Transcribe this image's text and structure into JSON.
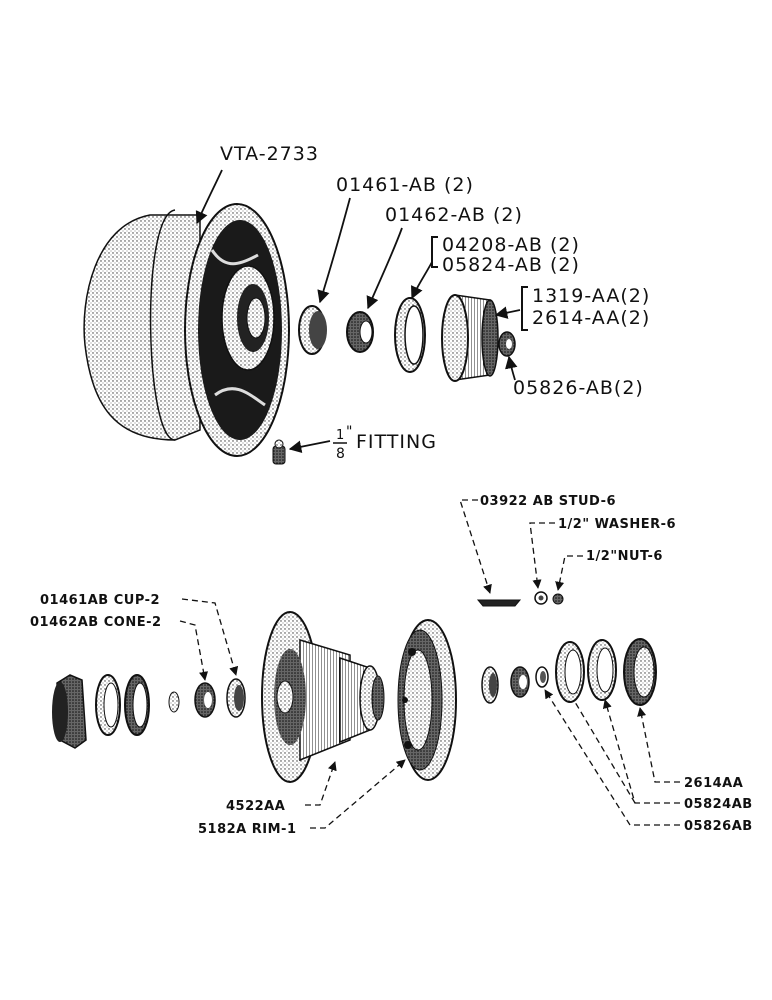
{
  "upper_assembly": {
    "labels": {
      "wheel": "VTA-2733",
      "cup": "01461-AB (2)",
      "cone": "01462-AB (2)",
      "seal_a": "04208-AB (2)",
      "seal_b": "05824-AB (2)",
      "cap_a": "1319-AA(2)",
      "cap_b": "2614-AA(2)",
      "nut": "05826-AB(2)",
      "fitting_fraction_num": "1",
      "fitting_fraction_den": "8",
      "fitting_inch": "\"",
      "fitting": "FITTING"
    }
  },
  "lower_assembly": {
    "labels": {
      "stud": "03922 AB STUD-6",
      "washer": "1/2\" WASHER-6",
      "nut": "1/2\"NUT-6",
      "cup": "01461AB CUP-2",
      "cone": "01462AB CONE-2",
      "hub": "4522AA",
      "rim": "5182A RIM-1",
      "cap": "2614AA",
      "seal": "05824AB",
      "locknut": "05826AB"
    }
  }
}
